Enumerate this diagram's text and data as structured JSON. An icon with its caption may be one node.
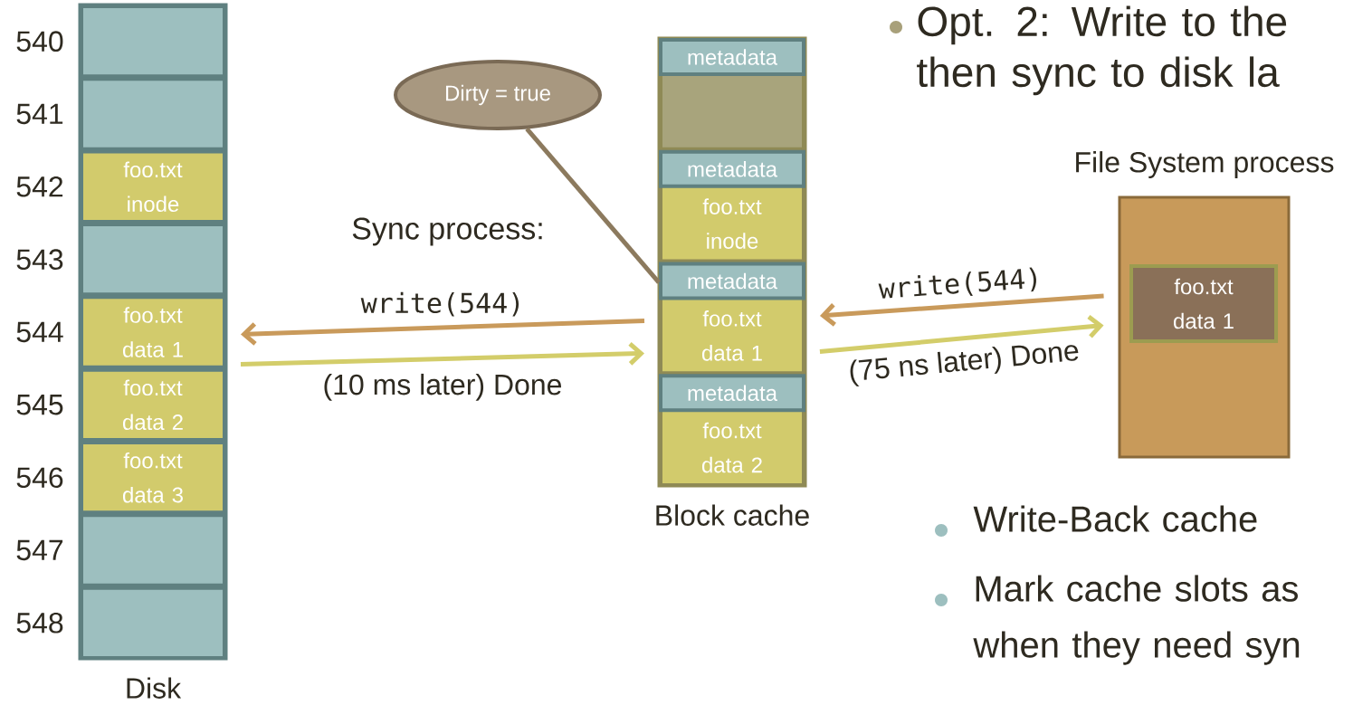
{
  "diagram": {
    "nodes": [
      {
        "text": [],
        "shape": "box",
        "beside": [
          "Disk"
        ]
      },
      {
        "text": [],
        "shape": "box",
        "in": 0,
        "beside": [
          "540"
        ]
      },
      {
        "text": [],
        "shape": "box",
        "in": 0,
        "beside": [
          "541"
        ]
      },
      {
        "text": [
          "foo.txt inode"
        ],
        "in": 0,
        "beside": [
          "542"
        ]
      },
      {
        "text": [],
        "shape": "box",
        "in": 0,
        "beside": [
          "543"
        ]
      },
      {
        "text": [
          "foo.txt data 1"
        ],
        "in": 0,
        "beside": [
          "544"
        ]
      },
      {
        "text": [
          "foo.txt data 2"
        ],
        "in": 0,
        "beside": [
          "545"
        ]
      },
      {
        "text": [
          "foo.txt data 3"
        ],
        "in": 0,
        "beside": [
          "546"
        ]
      },
      {
        "text": [],
        "shape": "box",
        "in": 0,
        "beside": [
          "547"
        ]
      },
      {
        "text": [],
        "shape": "box",
        "in": 0,
        "beside": [
          "548"
        ]
      },
      {
        "text": [],
        "shape": "box",
        "beside": [
          "Block cache"
        ]
      },
      {
        "text": [
          "metadata"
        ],
        "in": 10
      },
      {
        "text": [
          "metadata",
          "foo.txt inode"
        ],
        "in": 10
      },
      {
        "text": [
          "metadata",
          "foo.txt data 1"
        ],
        "in": 10
      },
      {
        "text": [
          "metadata",
          "foo.txt data 2"
        ],
        "in": 10
      },
      {
        "text": [
          "Dirty = true"
        ]
      },
      {
        "text": [
          "File System process"
        ]
      },
      {
        "text": [
          "foo.txt data 1"
        ],
        "in": 16
      }
    ],
    "edges": [
      {
        "from": 13,
        "to": 5,
        "arrow": "to",
        "label": "write(544)",
        "color": "#c99a5b"
      },
      {
        "from": 5,
        "to": 13,
        "arrow": "to",
        "label": "(10 ms later) Done",
        "color": "#d3cd6a"
      },
      {
        "from": 16,
        "to": 13,
        "arrow": "to",
        "label": "write(544)",
        "color": "#c99a5b"
      },
      {
        "from": 13,
        "to": 16,
        "arrow": "to",
        "label": "(75 ns later) Done",
        "color": "#d3cd6a"
      },
      {
        "from": 15,
        "to": 13,
        "arrow": "none",
        "color": "#8c7a5e"
      }
    ],
    "labels": [
      "Opt. 2: Write to the then sync to disk la",
      "Sync process:",
      "Write-Back cache",
      "Mark cache slots as when they need syn"
    ]
  }
}
